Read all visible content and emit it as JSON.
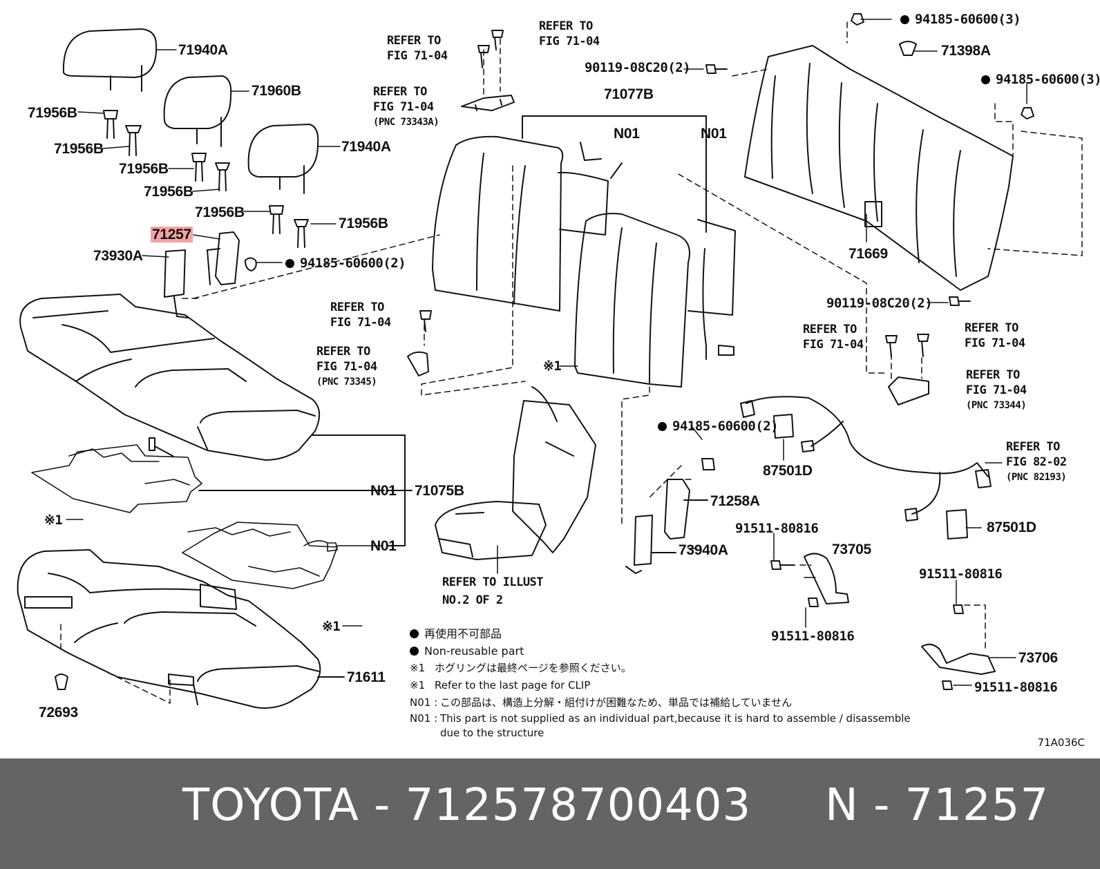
{
  "parts": {
    "p71940A_1": "71940A",
    "p71960B": "71960B",
    "p71940A_2": "71940A",
    "p71956B_1": "71956B",
    "p71956B_2": "71956B",
    "p71956B_3": "71956B",
    "p71956B_4": "71956B",
    "p71956B_5": "71956B",
    "p71956B_6": "71956B",
    "p71257": "71257",
    "p73930A": "73930A",
    "p94185_a": "94185-60600(2)",
    "p71077B": "71077B",
    "n01_a": "N01",
    "n01_b": "N01",
    "p90119_a": "90119-08C20(2)",
    "p94185_top": "94185-60600(3)",
    "p71398A": "71398A",
    "p94185_right": "94185-60600(3)",
    "p71669": "71669",
    "p90119_b": "90119-08C20(2)",
    "clip_a": "※1",
    "p94185_b": "94185-60600(2)",
    "p87501D_a": "87501D",
    "p71258A": "71258A",
    "p87501D_b": "87501D",
    "p73940A": "73940A",
    "p91511_a": "91511-80816",
    "p73705": "73705",
    "p91511_b": "91511-80816",
    "p91511_c": "91511-80816",
    "p73706": "73706",
    "p91511_d": "91511-80816",
    "n01_c": "N01",
    "p71075B": "71075B",
    "n01_d": "N01",
    "clip_b": "※1",
    "clip_c": "※1",
    "p71611": "71611",
    "p72693": "72693"
  },
  "refs": {
    "r1_l1": "REFER TO",
    "r1_l2": "FIG 71-04",
    "r2_l1": "REFER TO",
    "r2_l2": "FIG 71-04",
    "r3_l1": "REFER TO",
    "r3_l2": "FIG 71-04",
    "r3_l3": "(PNC 73343A)",
    "r4_l1": "REFER TO",
    "r4_l2": "FIG 71-04",
    "r5_l1": "REFER TO",
    "r5_l2": "FIG 71-04",
    "r5_l3": "(PNC 73345)",
    "r6_l1": "REFER TO",
    "r6_l2": "FIG 71-04",
    "r7_l1": "REFER TO",
    "r7_l2": "FIG 71-04",
    "r8_l1": "REFER TO",
    "r8_l2": "FIG 71-04",
    "r8_l3": "(PNC 73344)",
    "r9_l1": "REFER TO",
    "r9_l2": "FIG 82-02",
    "r9_l3": "(PNC 82193)",
    "r10_l1": "REFER TO ILLUST",
    "r10_l2": "NO.2 OF 2"
  },
  "legend": {
    "jp_nonreuse": "再使用不可部品",
    "en_nonreuse": "Non-reusable part",
    "jp_clip_mark": "※1",
    "jp_clip": "ホグリングは最終ページを参照ください。",
    "en_clip_mark": "※1",
    "en_clip": "Refer to the last page for CLIP",
    "jp_n01_mark": "N01 :",
    "jp_n01": "この部品は、構造上分解・組付けが困難なため、単品では補給していません",
    "en_n01_mark": "N01 :",
    "en_n01": "This part is not supplied as an individual part,because it is hard to assemble / disassemble",
    "en_n01_2": "due to the structure"
  },
  "figure_code": "71A036C",
  "footer_title": "TOYOTA - 712578700403     N - 71257",
  "colors": {
    "highlight": "#f4a3a3",
    "footer_bg": "#646464",
    "footer_text": "#ffffff"
  }
}
